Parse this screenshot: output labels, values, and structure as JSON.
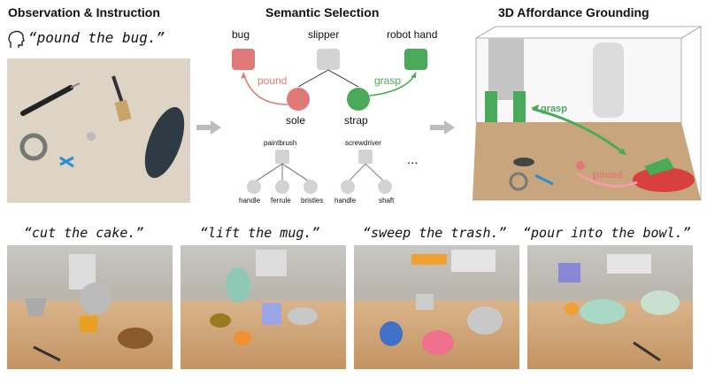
{
  "panels": {
    "observation_title": "Observation & Instruction",
    "selection_title": "Semantic Selection",
    "grounding_title": "3D Affordance Grounding"
  },
  "instruction": "“pound the bug.”",
  "graph": {
    "top_nodes": [
      "bug",
      "slipper",
      "robot hand"
    ],
    "parts": [
      "sole",
      "strap"
    ],
    "edges": [
      "pound",
      "grasp"
    ],
    "lower_objects": [
      "paintbrush",
      "screwdriver"
    ],
    "lower_parts": [
      "handle",
      "ferrule",
      "bristles",
      "handle",
      "shaft"
    ],
    "ellipsis": "..."
  },
  "grounding_labels": [
    "grasp",
    "pound"
  ],
  "tasks": [
    "“cut the cake.”",
    "“lift the mug.”",
    "“sweep the trash.”",
    "“pour into the bowl.”"
  ],
  "colors": {
    "red": "#e07a78",
    "green": "#4aaa5a",
    "gray": "#d3d3d3",
    "arrow": "#bdbdbd"
  },
  "icons": [
    "head-speaking-icon"
  ]
}
